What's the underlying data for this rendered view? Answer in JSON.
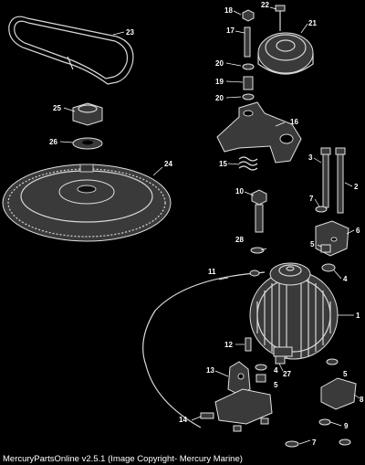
{
  "caption": "MercuryPartsOnline v2.5.1 (Image Copyright- Mercury Marine)",
  "callouts": {
    "c1": "1",
    "c2": "2",
    "c3": "3",
    "c4a": "4",
    "c4b": "4",
    "c5a": "5",
    "c5b": "5",
    "c5c": "5",
    "c6": "6",
    "c7a": "7",
    "c7b": "7",
    "c8": "8",
    "c9": "9",
    "c10": "10",
    "c11": "11",
    "c12": "12",
    "c13": "13",
    "c14": "14",
    "c15": "15",
    "c16": "16",
    "c17": "17",
    "c18": "18",
    "c19": "19",
    "c20a": "20",
    "c20b": "20",
    "c21": "21",
    "c22": "22",
    "c23": "23",
    "c24": "24",
    "c25": "25",
    "c26": "26",
    "c27": "27",
    "c28": "28"
  }
}
